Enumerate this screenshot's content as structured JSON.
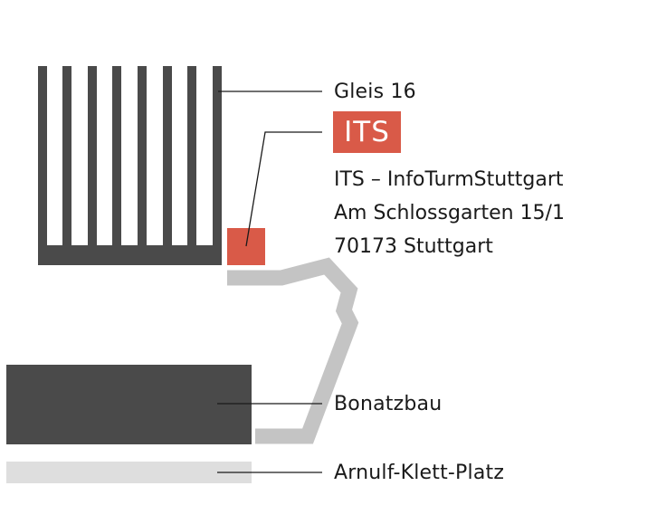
{
  "labels": {
    "gleis": "Gleis 16",
    "bonatzbau": "Bonatzbau",
    "arnulf": "Arnulf-Klett-Platz"
  },
  "its": {
    "logo": "ITS",
    "name": "ITS – InfoTurmStuttgart",
    "street": "Am Schlossgarten 15/1",
    "city": "70173 Stuttgart"
  },
  "colors": {
    "building": "#4a4a4a",
    "its": "#d95a48",
    "path": "#c4c4c4",
    "square": "#dedede",
    "line": "#1a1a1a"
  }
}
